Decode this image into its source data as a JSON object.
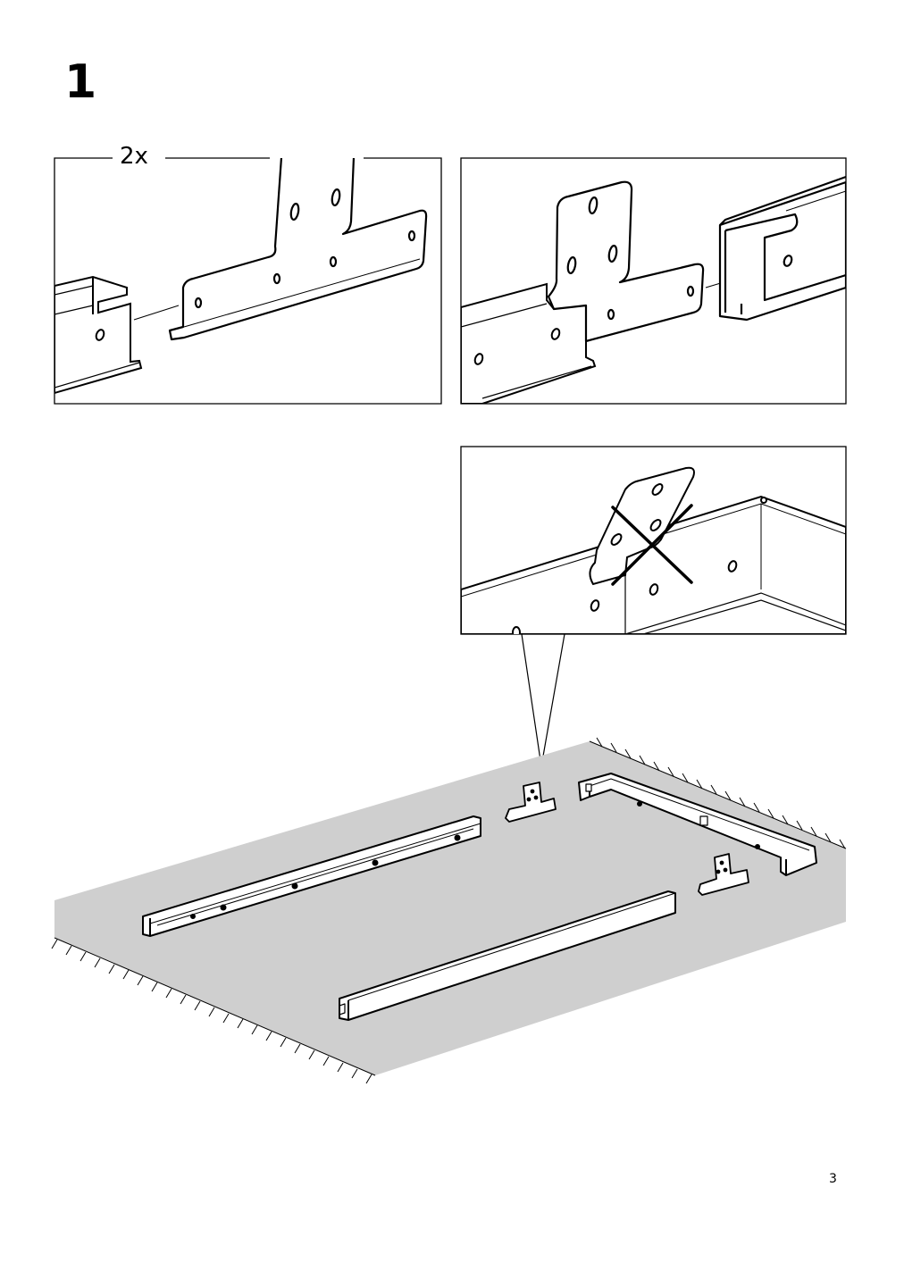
{
  "page": {
    "step_number": "1",
    "quantity": "2x",
    "page_number": "3"
  },
  "illustrations": [
    {
      "name": "bracket-before-insert",
      "icon": "mounting-bracket-icon"
    },
    {
      "name": "bracket-inserted-in-rail",
      "icon": "rail-with-bracket-icon"
    },
    {
      "name": "incorrect-orientation-detail",
      "icon": "cross-out-icon"
    },
    {
      "name": "floor-layout",
      "icon": "parts-on-floor-icon"
    }
  ],
  "colors": {
    "ink": "#000000",
    "floor": "#cfcfcf",
    "paper": "#ffffff"
  }
}
